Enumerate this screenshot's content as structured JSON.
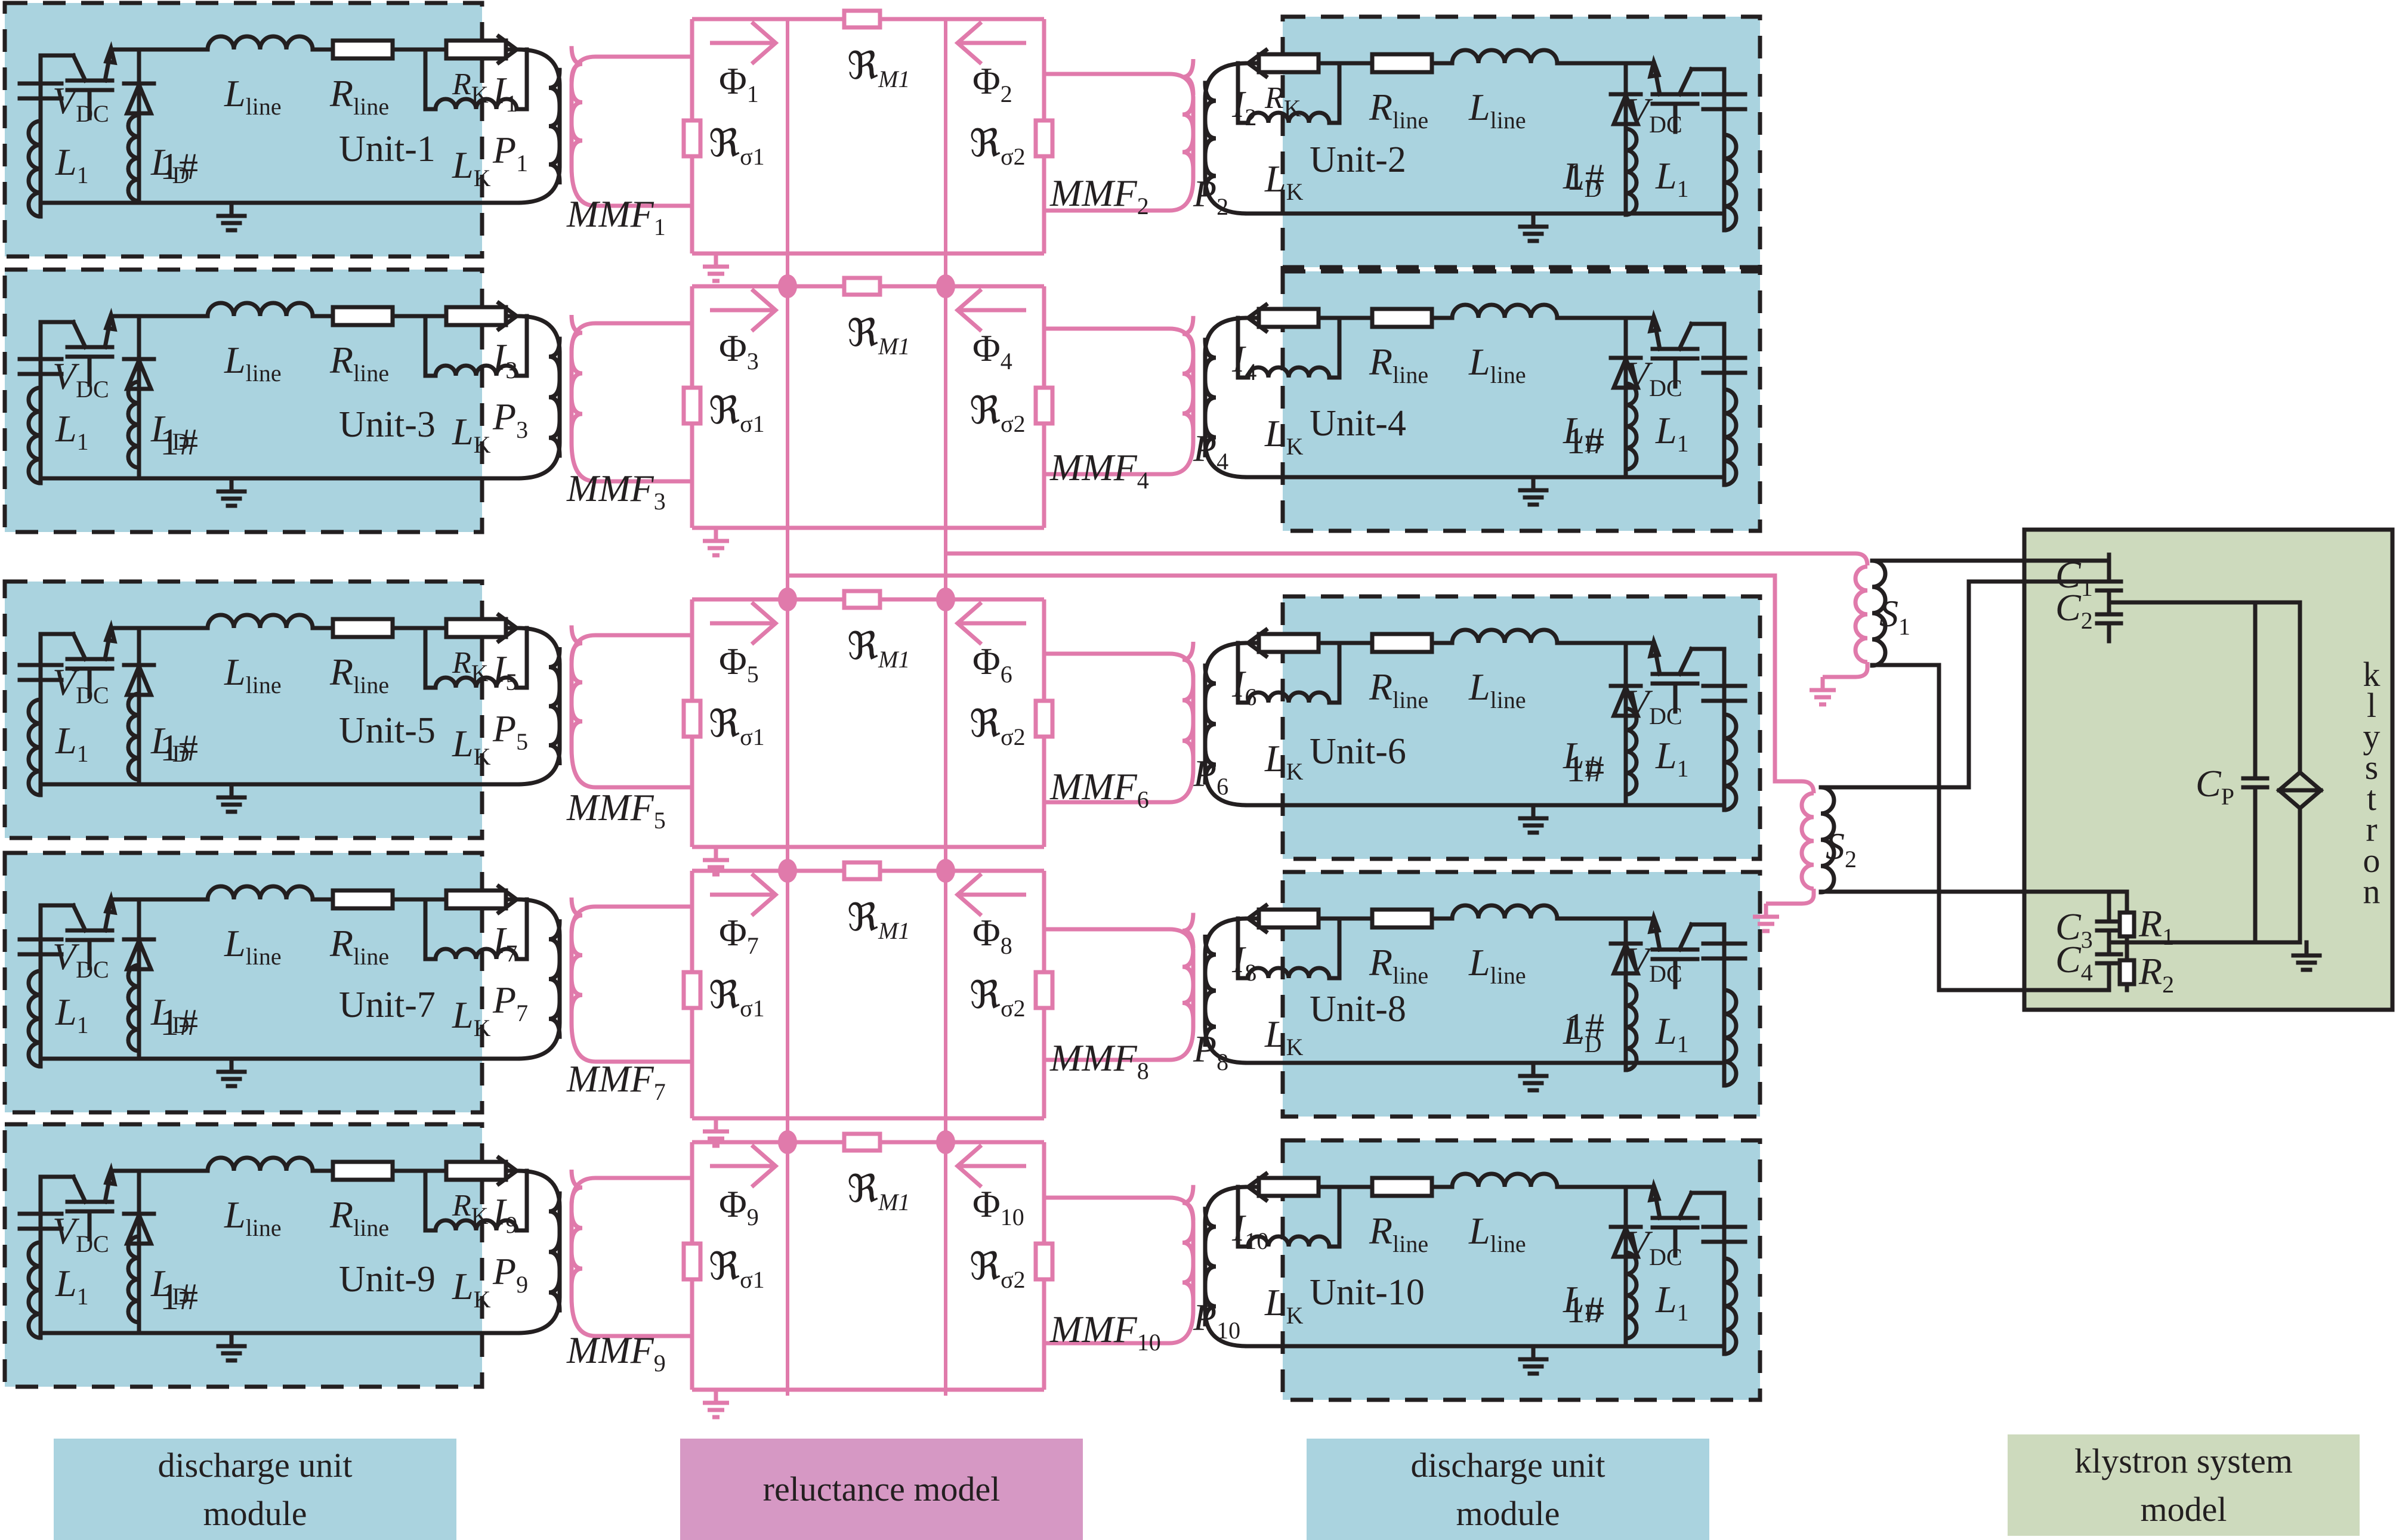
{
  "figure": {
    "description": "Discharge units coupled through a reluctance model to a klystron system model"
  },
  "colors": {
    "discharge_unit_fill": "#aad3df",
    "reluctance_wire": "#e07aab",
    "reluctance_legend_fill": "#d698c4",
    "klystron_fill": "#cddabd",
    "wire": "#231f20"
  },
  "component_labels": {
    "L_line": "L",
    "L_line_sub": "line",
    "R_line": "R",
    "R_line_sub": "line",
    "R_K": "R",
    "R_K_sub": "K",
    "L_K": "L",
    "L_K_sub": "K",
    "L_1": "L",
    "L_1_sub": "1",
    "L_D": "L",
    "L_D_sub": "D",
    "V_DC": "V",
    "V_DC_sub": "DC",
    "switch_tag": "1#"
  },
  "units": [
    {
      "label": "Unit-1",
      "side": "left",
      "current": "I",
      "current_sub": "1",
      "winding": "P",
      "winding_sub": "1",
      "mmf": "MMF",
      "mmf_sub": "1",
      "flux": "Φ",
      "flux_sub": "1"
    },
    {
      "label": "Unit-2",
      "side": "right",
      "current": "I",
      "current_sub": "2",
      "winding": "P",
      "winding_sub": "2",
      "mmf": "MMF",
      "mmf_sub": "2",
      "flux": "Φ",
      "flux_sub": "2"
    },
    {
      "label": "Unit-3",
      "side": "left",
      "current": "I",
      "current_sub": "3",
      "winding": "P",
      "winding_sub": "3",
      "mmf": "MMF",
      "mmf_sub": "3",
      "flux": "Φ",
      "flux_sub": "3"
    },
    {
      "label": "Unit-4",
      "side": "right",
      "current": "I",
      "current_sub": "4",
      "winding": "P",
      "winding_sub": "4",
      "mmf": "MMF",
      "mmf_sub": "4",
      "flux": "Φ",
      "flux_sub": "4"
    },
    {
      "label": "Unit-5",
      "side": "left",
      "current": "I",
      "current_sub": "5",
      "winding": "P",
      "winding_sub": "5",
      "mmf": "MMF",
      "mmf_sub": "5",
      "flux": "Φ",
      "flux_sub": "5"
    },
    {
      "label": "Unit-6",
      "side": "right",
      "current": "I",
      "current_sub": "6",
      "winding": "P",
      "winding_sub": "6",
      "mmf": "MMF",
      "mmf_sub": "6",
      "flux": "Φ",
      "flux_sub": "6"
    },
    {
      "label": "Unit-7",
      "side": "left",
      "current": "I",
      "current_sub": "7",
      "winding": "P",
      "winding_sub": "7",
      "mmf": "MMF",
      "mmf_sub": "7",
      "flux": "Φ",
      "flux_sub": "7"
    },
    {
      "label": "Unit-8",
      "side": "right",
      "current": "I",
      "current_sub": "8",
      "winding": "P",
      "winding_sub": "8",
      "mmf": "MMF",
      "mmf_sub": "8",
      "flux": "Φ",
      "flux_sub": "8"
    },
    {
      "label": "Unit-9",
      "side": "left",
      "current": "I",
      "current_sub": "9",
      "winding": "P",
      "winding_sub": "9",
      "mmf": "MMF",
      "mmf_sub": "9",
      "flux": "Φ",
      "flux_sub": "9"
    },
    {
      "label": "Unit-10",
      "side": "right",
      "current": "I",
      "current_sub": "10",
      "winding": "P",
      "winding_sub": "10",
      "mmf": "MMF",
      "mmf_sub": "10",
      "flux": "Φ",
      "flux_sub": "10"
    }
  ],
  "reluctance": {
    "main": "ℜ",
    "main_sub": "M1",
    "leak1": "ℜ",
    "leak1_sub": "σ1",
    "leak2": "ℜ",
    "leak2_sub": "σ2"
  },
  "klystron": {
    "title_letters": [
      "k",
      "l",
      "y",
      "s",
      "t",
      "r",
      "o",
      "n"
    ],
    "S1": "S",
    "S1_sub": "1",
    "S2": "S",
    "S2_sub": "2",
    "C1": "C",
    "C1_sub": "1",
    "C2": "C",
    "C2_sub": "2",
    "C3": "C",
    "C3_sub": "3",
    "C4": "C",
    "C4_sub": "4",
    "CP": "C",
    "CP_sub": "P",
    "R1": "R",
    "R1_sub": "1",
    "R2": "R",
    "R2_sub": "2"
  },
  "legend": [
    {
      "line1": "discharge unit",
      "line2": "module",
      "color": "#aad3df"
    },
    {
      "line1": "reluctance model",
      "line2": "",
      "color": "#d698c4"
    },
    {
      "line1": "discharge unit",
      "line2": "module",
      "color": "#aad3df"
    },
    {
      "line1": "klystron system",
      "line2": "model",
      "color": "#cddabd"
    }
  ]
}
